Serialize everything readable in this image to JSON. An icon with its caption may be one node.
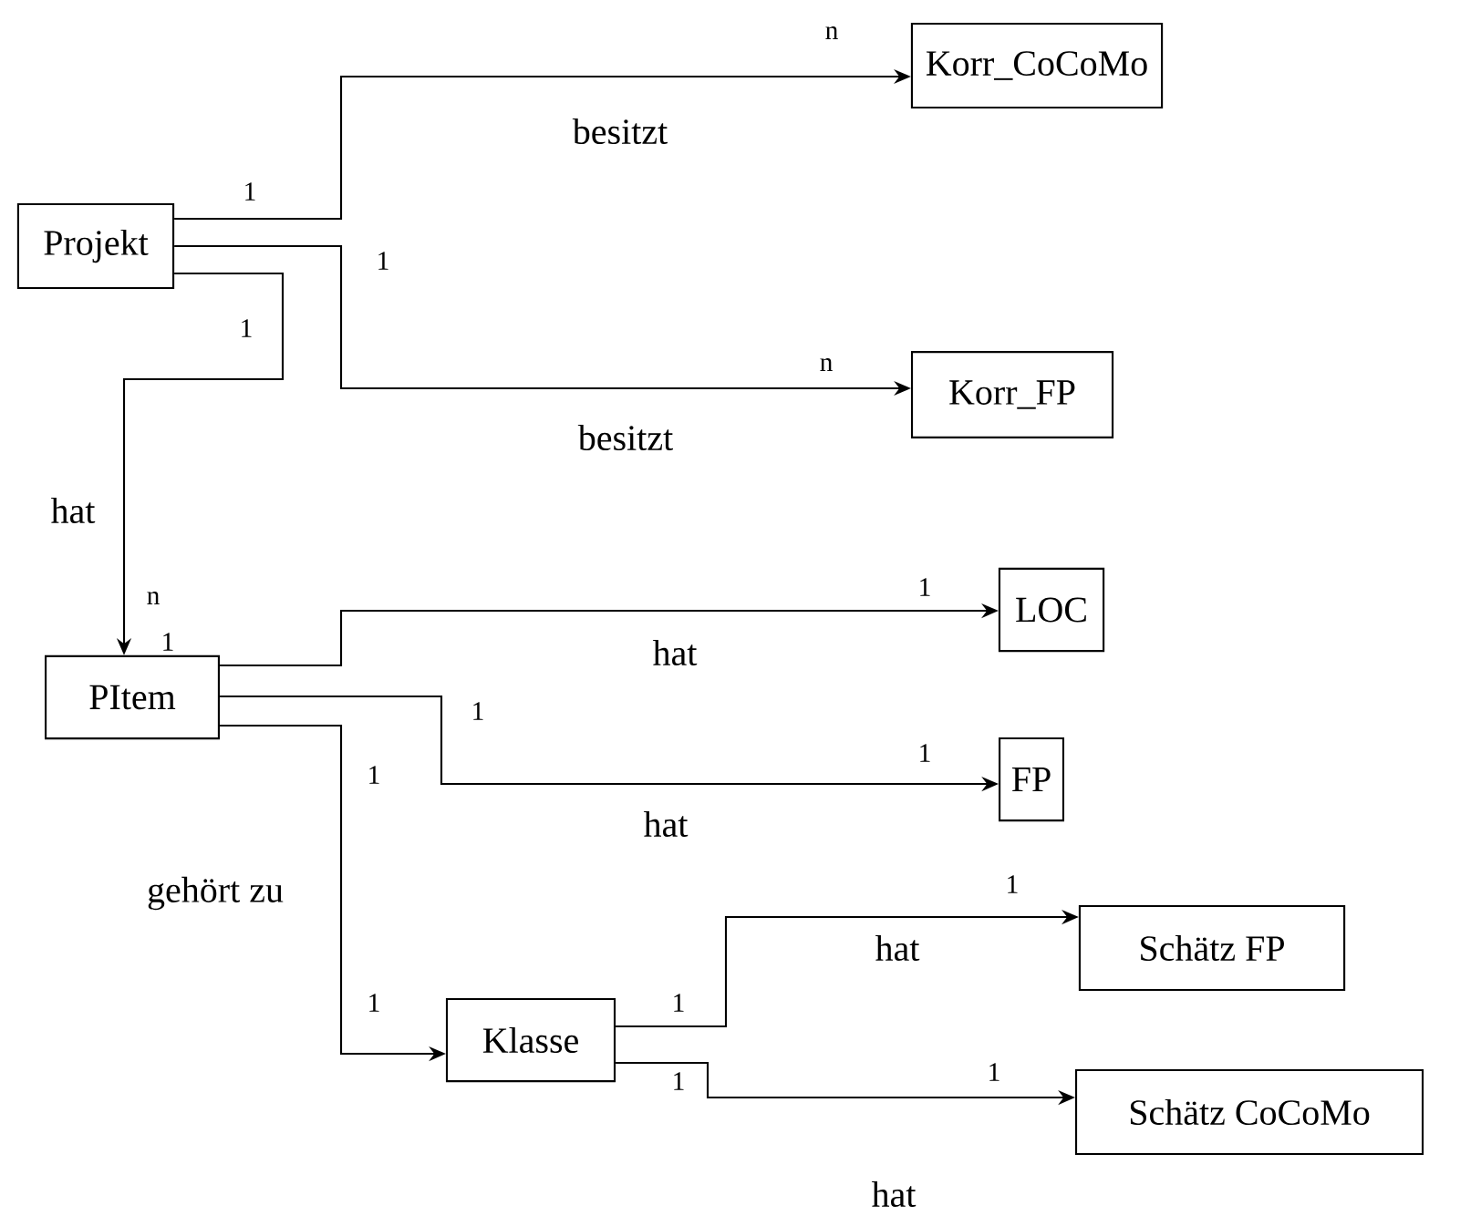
{
  "diagram": {
    "nodes": [
      {
        "text": [
          "Projekt"
        ]
      },
      {
        "text": [
          "Korr_CoCoMo"
        ]
      },
      {
        "text": [
          "Korr_FP"
        ]
      },
      {
        "text": [
          "PItem"
        ]
      },
      {
        "text": [
          "LOC"
        ]
      },
      {
        "text": [
          "FP"
        ]
      },
      {
        "text": [
          "Klasse"
        ]
      },
      {
        "text": [
          "Schätz FP"
        ]
      },
      {
        "text": [
          "Schätz CoCoMo"
        ]
      }
    ],
    "edges": [
      {
        "from": 0,
        "to": 1,
        "arrow": "to",
        "label": "besitzt"
      },
      {
        "from": 0,
        "to": 2,
        "arrow": "to",
        "label": "besitzt"
      },
      {
        "from": 0,
        "to": 3,
        "arrow": "to",
        "label": "hat"
      },
      {
        "from": 3,
        "to": 4,
        "arrow": "to",
        "label": "hat"
      },
      {
        "from": 3,
        "to": 5,
        "arrow": "to",
        "label": "hat"
      },
      {
        "from": 3,
        "to": 6,
        "arrow": "to",
        "label": "gehört zu"
      },
      {
        "from": 6,
        "to": 7,
        "arrow": "to",
        "label": "hat"
      },
      {
        "from": 6,
        "to": 8,
        "arrow": "to",
        "label": "hat"
      }
    ],
    "labels": [
      "n",
      "1",
      "1",
      "n",
      "1",
      "n",
      "1",
      "1",
      "1",
      "1",
      "1",
      "1",
      "1",
      "1",
      "1",
      "1"
    ]
  }
}
